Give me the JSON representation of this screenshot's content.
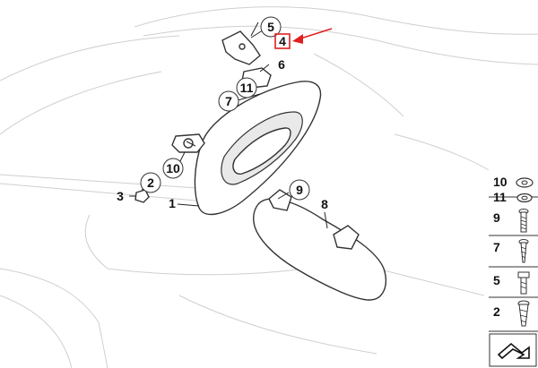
{
  "diagram": {
    "callouts": [
      {
        "id": "c5",
        "label": "5",
        "circled": true
      },
      {
        "id": "c4",
        "label": "4",
        "circled": false,
        "highlighted": true
      },
      {
        "id": "c6",
        "label": "6",
        "circled": false
      },
      {
        "id": "c11",
        "label": "11",
        "circled": true
      },
      {
        "id": "c7",
        "label": "7",
        "circled": true
      },
      {
        "id": "c10",
        "label": "10",
        "circled": true
      },
      {
        "id": "c2",
        "label": "2",
        "circled": true
      },
      {
        "id": "c3",
        "label": "3",
        "circled": false
      },
      {
        "id": "c1",
        "label": "1",
        "circled": false
      },
      {
        "id": "c9",
        "label": "9",
        "circled": true
      },
      {
        "id": "c8",
        "label": "8",
        "circled": false
      }
    ],
    "legend": [
      {
        "label": "10"
      },
      {
        "label": "11"
      },
      {
        "label": "9"
      },
      {
        "label": "7"
      },
      {
        "label": "5"
      },
      {
        "label": "2"
      }
    ],
    "colors": {
      "highlight": "#e02020",
      "arrow": "#e02020",
      "line": "#333333"
    }
  }
}
